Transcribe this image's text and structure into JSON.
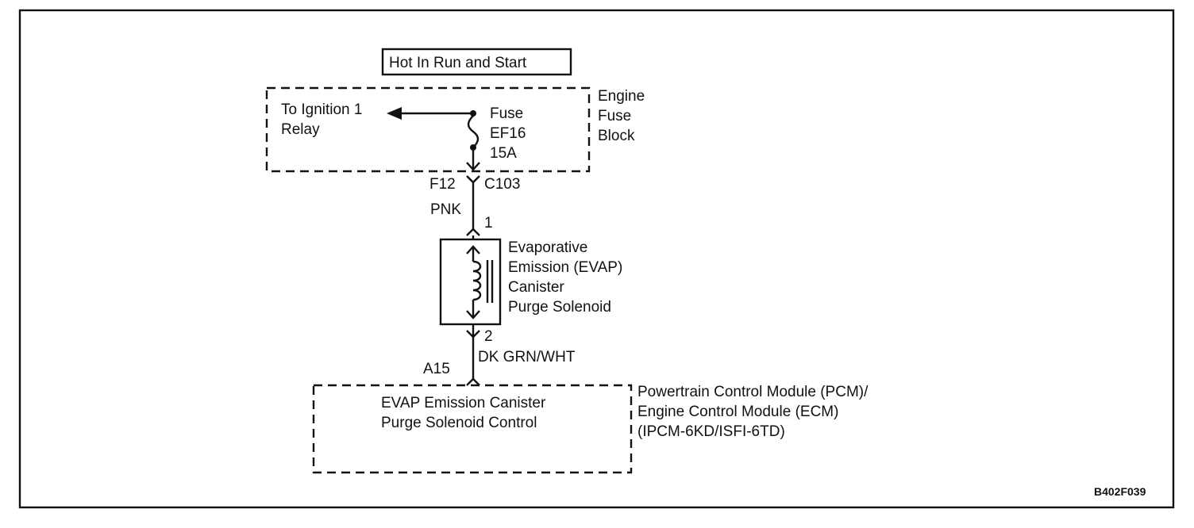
{
  "header_label": "Hot In Run and Start",
  "fuse_block": {
    "name_lines": [
      "Engine",
      "Fuse",
      "Block"
    ],
    "relay_lines": [
      "To Ignition 1",
      "Relay"
    ],
    "fuse_lines": [
      "Fuse",
      "EF16",
      "15A"
    ]
  },
  "connector_c103": {
    "pin": "F12",
    "name": "C103"
  },
  "wire_top": {
    "color": "PNK"
  },
  "solenoid": {
    "pin_top": "1",
    "pin_bottom": "2",
    "name_lines": [
      "Evaporative",
      "Emission (EVAP)",
      "Canister",
      "Purge Solenoid"
    ]
  },
  "wire_bottom": {
    "color": "DK GRN/WHT"
  },
  "module": {
    "pin": "A15",
    "function_lines": [
      "EVAP Emission Canister",
      "Purge Solenoid Control"
    ],
    "name_lines": [
      "Powertrain Control Module (PCM)/",
      "Engine Control Module (ECM)",
      "(IPCM-6KD/ISFI-6TD)"
    ]
  },
  "figure_id": "B402F039"
}
